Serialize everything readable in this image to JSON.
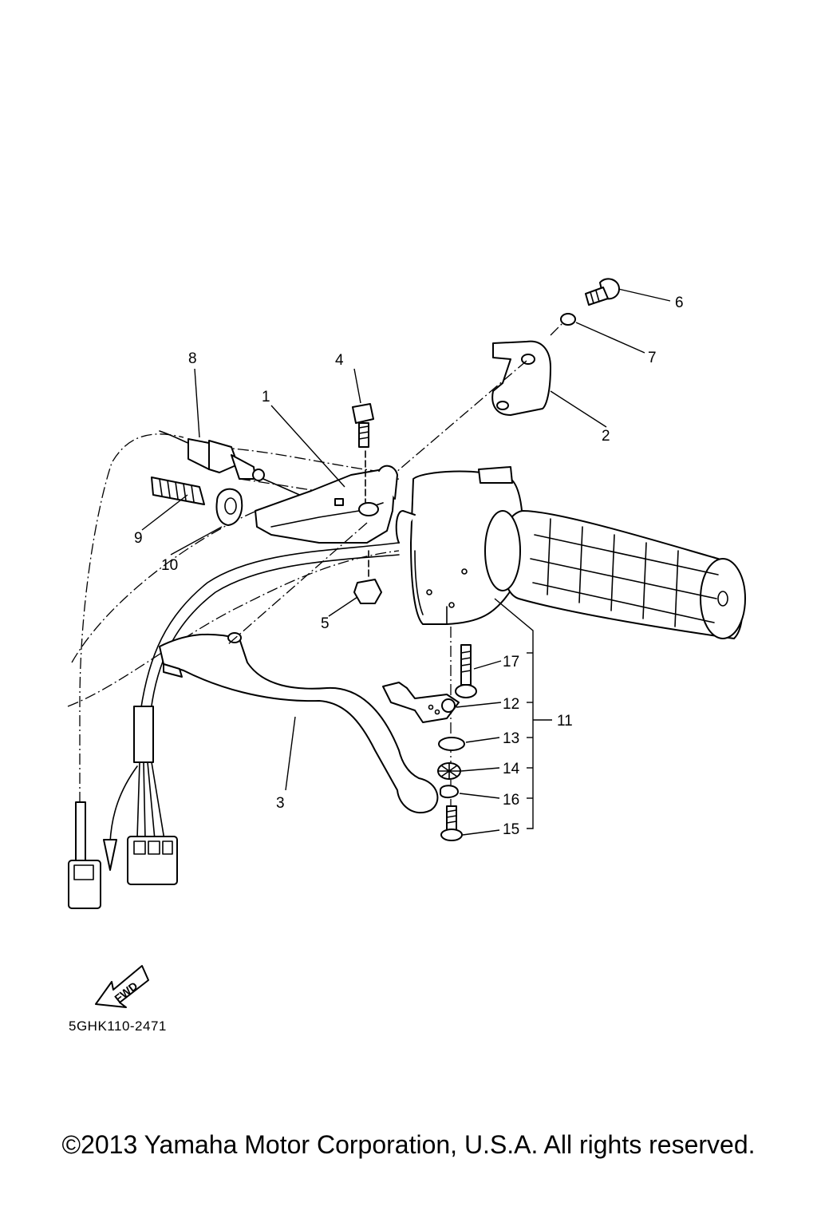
{
  "callouts": {
    "c1": "1",
    "c2": "2",
    "c3": "3",
    "c4": "4",
    "c5": "5",
    "c6": "6",
    "c7": "7",
    "c8": "8",
    "c9": "9",
    "c10": "10",
    "c11": "11",
    "c12": "12",
    "c13": "13",
    "c14": "14",
    "c15": "15",
    "c16": "16",
    "c17": "17"
  },
  "fwd_label": "FWD",
  "diagram_code": "5GHK110-2471",
  "copyright": "©2013 Yamaha Motor Corporation, U.S.A. All rights reserved."
}
